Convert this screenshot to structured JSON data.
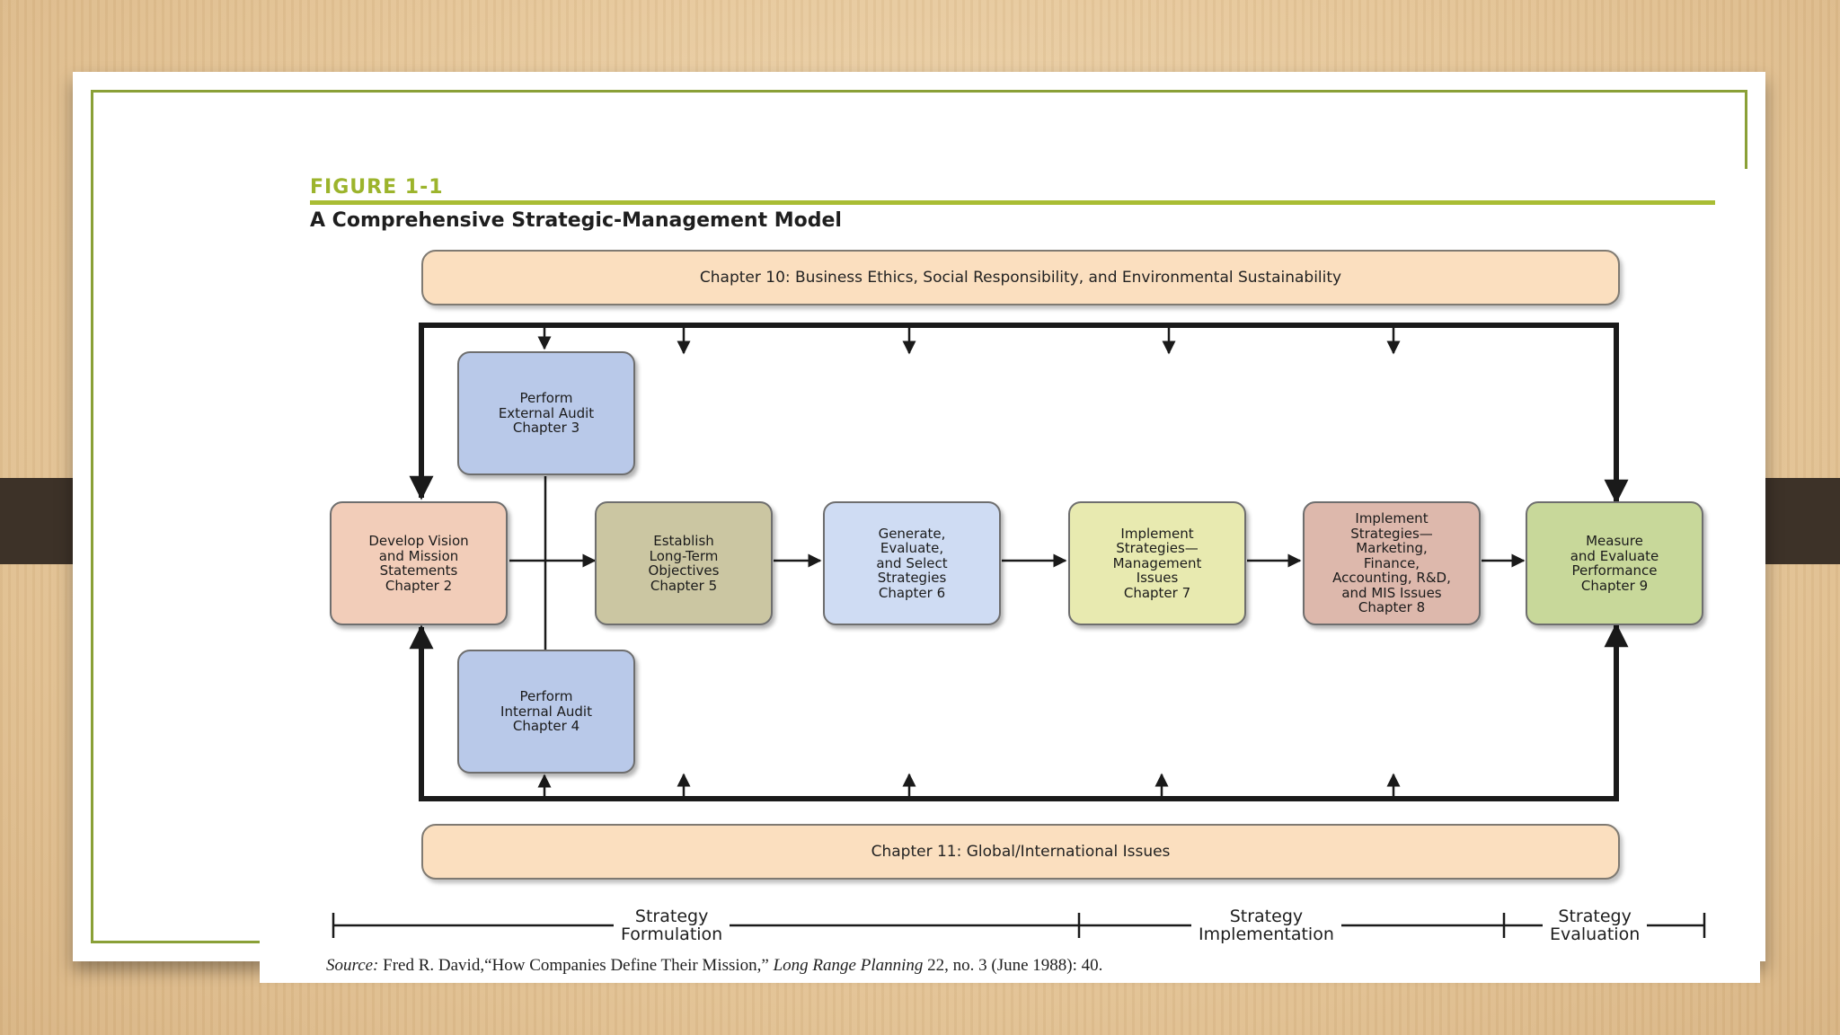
{
  "figure": {
    "label": "FIGURE 1-1",
    "title": "A Comprehensive Strategic-Management Model"
  },
  "bands": {
    "top": "Chapter 10: Business Ethics, Social Responsibility, and Environmental Sustainability",
    "bottom": "Chapter 11:  Global/International Issues"
  },
  "boxes": {
    "external_audit": "Perform\nExternal Audit\nChapter 3",
    "vision_mission": "Develop Vision\nand Mission\nStatements\nChapter 2",
    "objectives": "Establish\nLong-Term\nObjectives\nChapter 5",
    "strategies": "Generate,\nEvaluate,\nand Select\nStrategies\nChapter 6",
    "implement_management": "Implement\nStrategies—\nManagement\nIssues\nChapter 7",
    "implement_functional": "Implement\nStrategies—\nMarketing,\nFinance,\nAccounting, R&D,\nand MIS Issues\nChapter 8",
    "evaluate": "Measure\nand Evaluate\nPerformance\nChapter 9",
    "internal_audit": "Perform\nInternal Audit\nChapter 4"
  },
  "box_colors": {
    "external_audit": "#b9c9e9",
    "vision_mission": "#f2cdb9",
    "objectives": "#cbc6a2",
    "strategies": "#cfdcf3",
    "implement_management": "#e8eab0",
    "implement_functional": "#ddb8ac",
    "evaluate": "#c8d89a",
    "internal_audit": "#b9c9e9"
  },
  "phases": {
    "formulation": "Strategy\nFormulation",
    "implementation": "Strategy\nImplementation",
    "evaluation": "Strategy\nEvaluation"
  },
  "source": {
    "label": "Source:",
    "text_1": " Fred R. David,“How Companies Define Their Mission,” ",
    "journal": "Long Range Planning",
    "text_2": " 22, no. 3 (June 1988): 40."
  },
  "colors": {
    "accent": "#9cb42c",
    "frame": "#8aa037",
    "band_fill": "#fbdfbf",
    "tab": "#3d3228"
  }
}
